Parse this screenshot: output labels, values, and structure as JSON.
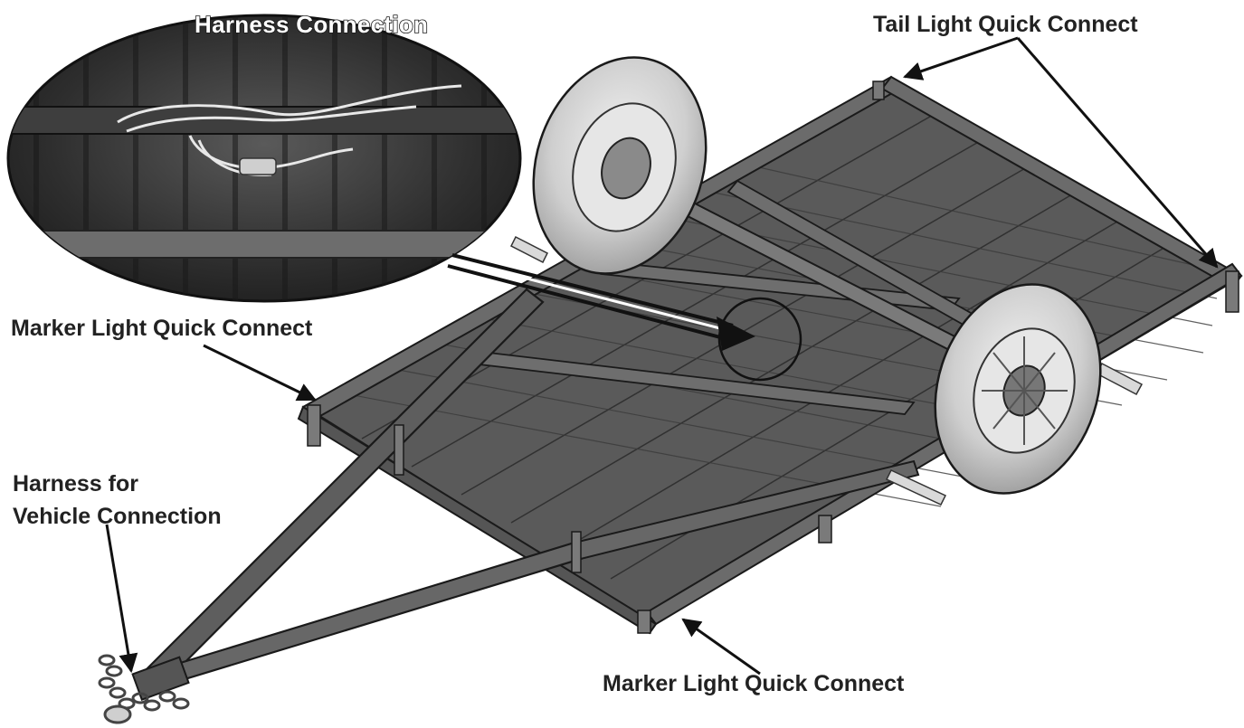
{
  "labels": {
    "harness_connection": "Harness Connection",
    "tail_light_quick_connect": "Tail Light Quick Connect",
    "marker_light_quick_connect_left": "Marker Light Quick Connect",
    "harness_for_vehicle_connection_line1": "Harness for",
    "harness_for_vehicle_connection_line2": "Vehicle Connection",
    "marker_light_quick_connect_bottom": "Marker Light Quick Connect"
  },
  "colors": {
    "frame_dark": "#4a4a4a",
    "frame_mid": "#6b6b6b",
    "deck": "#595959",
    "tire": "#cfcfcf",
    "outline": "#1a1a1a",
    "photo_dark": "#2f2f2f"
  }
}
